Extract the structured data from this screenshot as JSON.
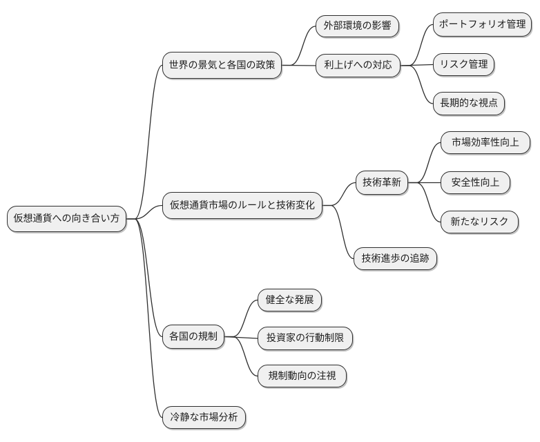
{
  "diagram": {
    "type": "mindmap",
    "direction": "left-to-right",
    "background": "#ffffff",
    "node_fill": "#f0f0f0",
    "node_border_color": "#2e2e2e",
    "edge_color": "#2e2e2e",
    "text_color": "#1c1c1c"
  },
  "nodes": {
    "root": {
      "label": "仮想通貨への向き合い方"
    },
    "world_policy": {
      "label": "世界の景気と各国の政策"
    },
    "external_env": {
      "label": "外部環境の影響"
    },
    "rate_hike": {
      "label": "利上げへの対応"
    },
    "portfolio": {
      "label": "ポートフォリオ管理"
    },
    "risk_mgmt": {
      "label": "リスク管理"
    },
    "long_term": {
      "label": "長期的な視点"
    },
    "market_rules": {
      "label": "仮想通貨市場のルールと技術変化"
    },
    "tech_innovation": {
      "label": "技術革新"
    },
    "market_efficiency": {
      "label": "市場効率性向上"
    },
    "safety": {
      "label": "安全性向上"
    },
    "new_risk": {
      "label": "新たなリスク"
    },
    "tech_tracking": {
      "label": "技術進歩の追跡"
    },
    "regulations": {
      "label": "各国の規制"
    },
    "sound_dev": {
      "label": "健全な発展"
    },
    "investor_limits": {
      "label": "投資家の行動制限"
    },
    "watch_trends": {
      "label": "規制動向の注視"
    },
    "calm_analysis": {
      "label": "冷静な市場分析"
    }
  },
  "hierarchy": {
    "root": [
      "world_policy",
      "market_rules",
      "regulations",
      "calm_analysis"
    ],
    "world_policy": [
      "external_env",
      "rate_hike"
    ],
    "rate_hike": [
      "portfolio",
      "risk_mgmt",
      "long_term"
    ],
    "market_rules": [
      "tech_innovation",
      "tech_tracking"
    ],
    "tech_innovation": [
      "market_efficiency",
      "safety",
      "new_risk"
    ],
    "regulations": [
      "sound_dev",
      "investor_limits",
      "watch_trends"
    ]
  }
}
